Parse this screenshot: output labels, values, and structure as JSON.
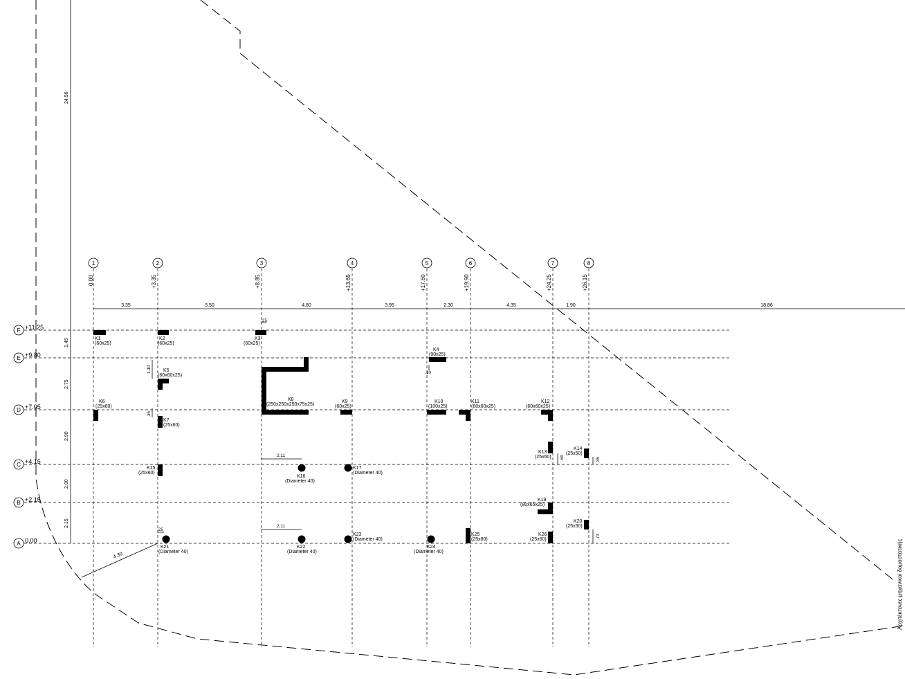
{
  "axes_vertical": [
    {
      "id": "1",
      "level": "0.00"
    },
    {
      "id": "2",
      "level": "+3.35"
    },
    {
      "id": "3",
      "level": "+8.85"
    },
    {
      "id": "4",
      "level": "+13.65"
    },
    {
      "id": "5",
      "level": "+17.60"
    },
    {
      "id": "6",
      "level": "+19.90"
    },
    {
      "id": "7",
      "level": "+24.25"
    },
    {
      "id": "8",
      "level": "+26.15"
    }
  ],
  "axes_horizontal": [
    {
      "id": "F",
      "level": "+11.25"
    },
    {
      "id": "E",
      "level": "+9.80"
    },
    {
      "id": "D",
      "level": "+7.05"
    },
    {
      "id": "C",
      "level": "+4.15"
    },
    {
      "id": "B",
      "level": "+2.15"
    },
    {
      "id": "A",
      "level": "0.00"
    }
  ],
  "spacing_horizontal": [
    "3.35",
    "5.50",
    "4.80",
    "3.95",
    "2.30",
    "4.35",
    "1.90",
    "18.86"
  ],
  "spacing_vertical": [
    "1.45",
    "2.75",
    "2.90",
    "2.00",
    "2.15"
  ],
  "dimensions": {
    "overall_height": "24.56",
    "k3_offset": ".25",
    "k5_offset": "1.10",
    "k4_offset": ".10",
    "k7_offset": ".35",
    "k16_offset": "2.11",
    "k22_offset": "2.11",
    "k13_offset": ".60",
    "k14_offset": ".35",
    "k21_offset": ".25",
    "k20_offset": ".73",
    "corner": "4.30"
  },
  "columns": [
    {
      "name": "K1",
      "size": "(60x25)"
    },
    {
      "name": "K2",
      "size": "(60x25)"
    },
    {
      "name": "K3",
      "size": "(60x25)"
    },
    {
      "name": "K4",
      "size": "(90x25)"
    },
    {
      "name": "K5",
      "size": "(60x60x25)"
    },
    {
      "name": "K6",
      "size": "(25x60)"
    },
    {
      "name": "K7",
      "size": "(25x60)"
    },
    {
      "name": "K8",
      "size": "(250x250x250x75x25)"
    },
    {
      "name": "K9",
      "size": "(60x25)"
    },
    {
      "name": "K10",
      "size": "(100x25)"
    },
    {
      "name": "K11",
      "size": "(60x60x25)"
    },
    {
      "name": "K12",
      "size": "(60x60x25)"
    },
    {
      "name": "K13",
      "size": "(25x60)"
    },
    {
      "name": "K14",
      "size": "(25x50)"
    },
    {
      "name": "K15",
      "size": "(25x60)"
    },
    {
      "name": "K16",
      "size": "(Diameter 40)"
    },
    {
      "name": "K17",
      "size": "(Diameter 40)"
    },
    {
      "name": "K19",
      "size": "(80x65x25)"
    },
    {
      "name": "K20",
      "size": "(25x50)"
    },
    {
      "name": "K21",
      "size": "(Diameter 40)"
    },
    {
      "name": "K22",
      "size": "(Diameter 40)"
    },
    {
      "name": "K23",
      "size": "(Diameter 40)"
    },
    {
      "name": "K24",
      "size": "(Diameter 40)"
    },
    {
      "name": "K25",
      "size": "(25x80)"
    },
    {
      "name": "K26",
      "size": "(25x60)"
    }
  ],
  "side_note": "Αρχιτέκτονες μηχανικοί δομοστατικής"
}
